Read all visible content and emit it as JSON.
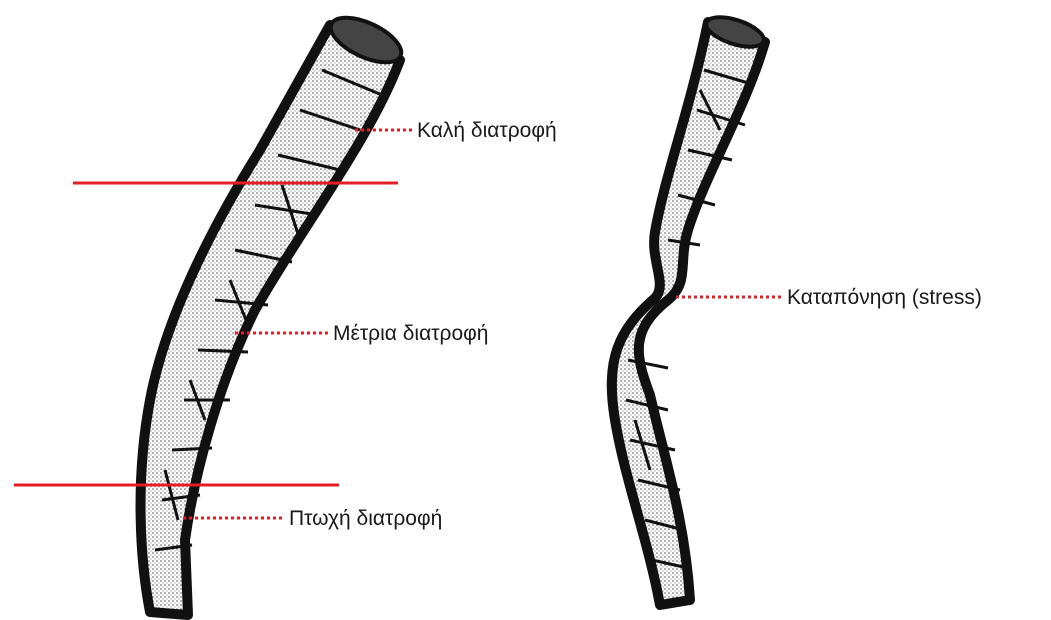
{
  "labels": {
    "good_nutrition": "Καλή διατροφή",
    "moderate_nutrition": "Μέτρια διατροφή",
    "poor_nutrition": "Πτωχή διατροφή",
    "stress": "Καταπόνηση (stress)"
  },
  "colors": {
    "divider": "#e31e24",
    "leader": "#e31e24",
    "outline": "#111111",
    "shading": "#bdbdbd",
    "text": "#1a1a1a"
  }
}
